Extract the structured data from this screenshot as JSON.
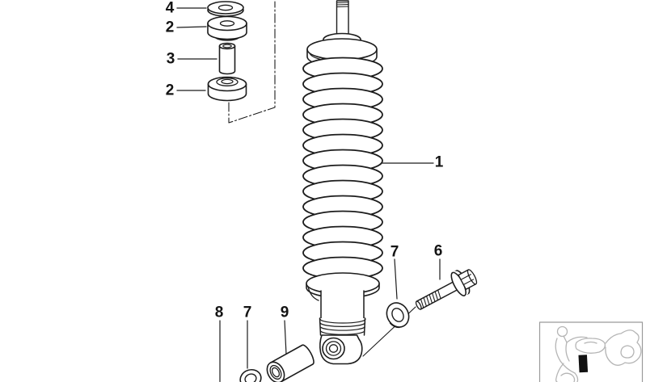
{
  "document": {
    "kind": "exploded-parts-diagram",
    "subject": "spring-strut-shock-absorber-assembly",
    "background_color": "#ffffff",
    "line_color": "#1c1c1c",
    "thumbnail": {
      "border_color": "#9b9b9b",
      "sketch_color": "#b5b5b5",
      "marker_color": "#111111",
      "depicts": "motorcycle-side-view-with-part-location-marker"
    }
  },
  "callouts": [
    {
      "label": "4"
    },
    {
      "label": "2"
    },
    {
      "label": "3"
    },
    {
      "label": "2"
    },
    {
      "label": "1"
    },
    {
      "label": "7"
    },
    {
      "label": "6"
    },
    {
      "label": "8"
    },
    {
      "label": "7"
    },
    {
      "label": "9"
    }
  ]
}
